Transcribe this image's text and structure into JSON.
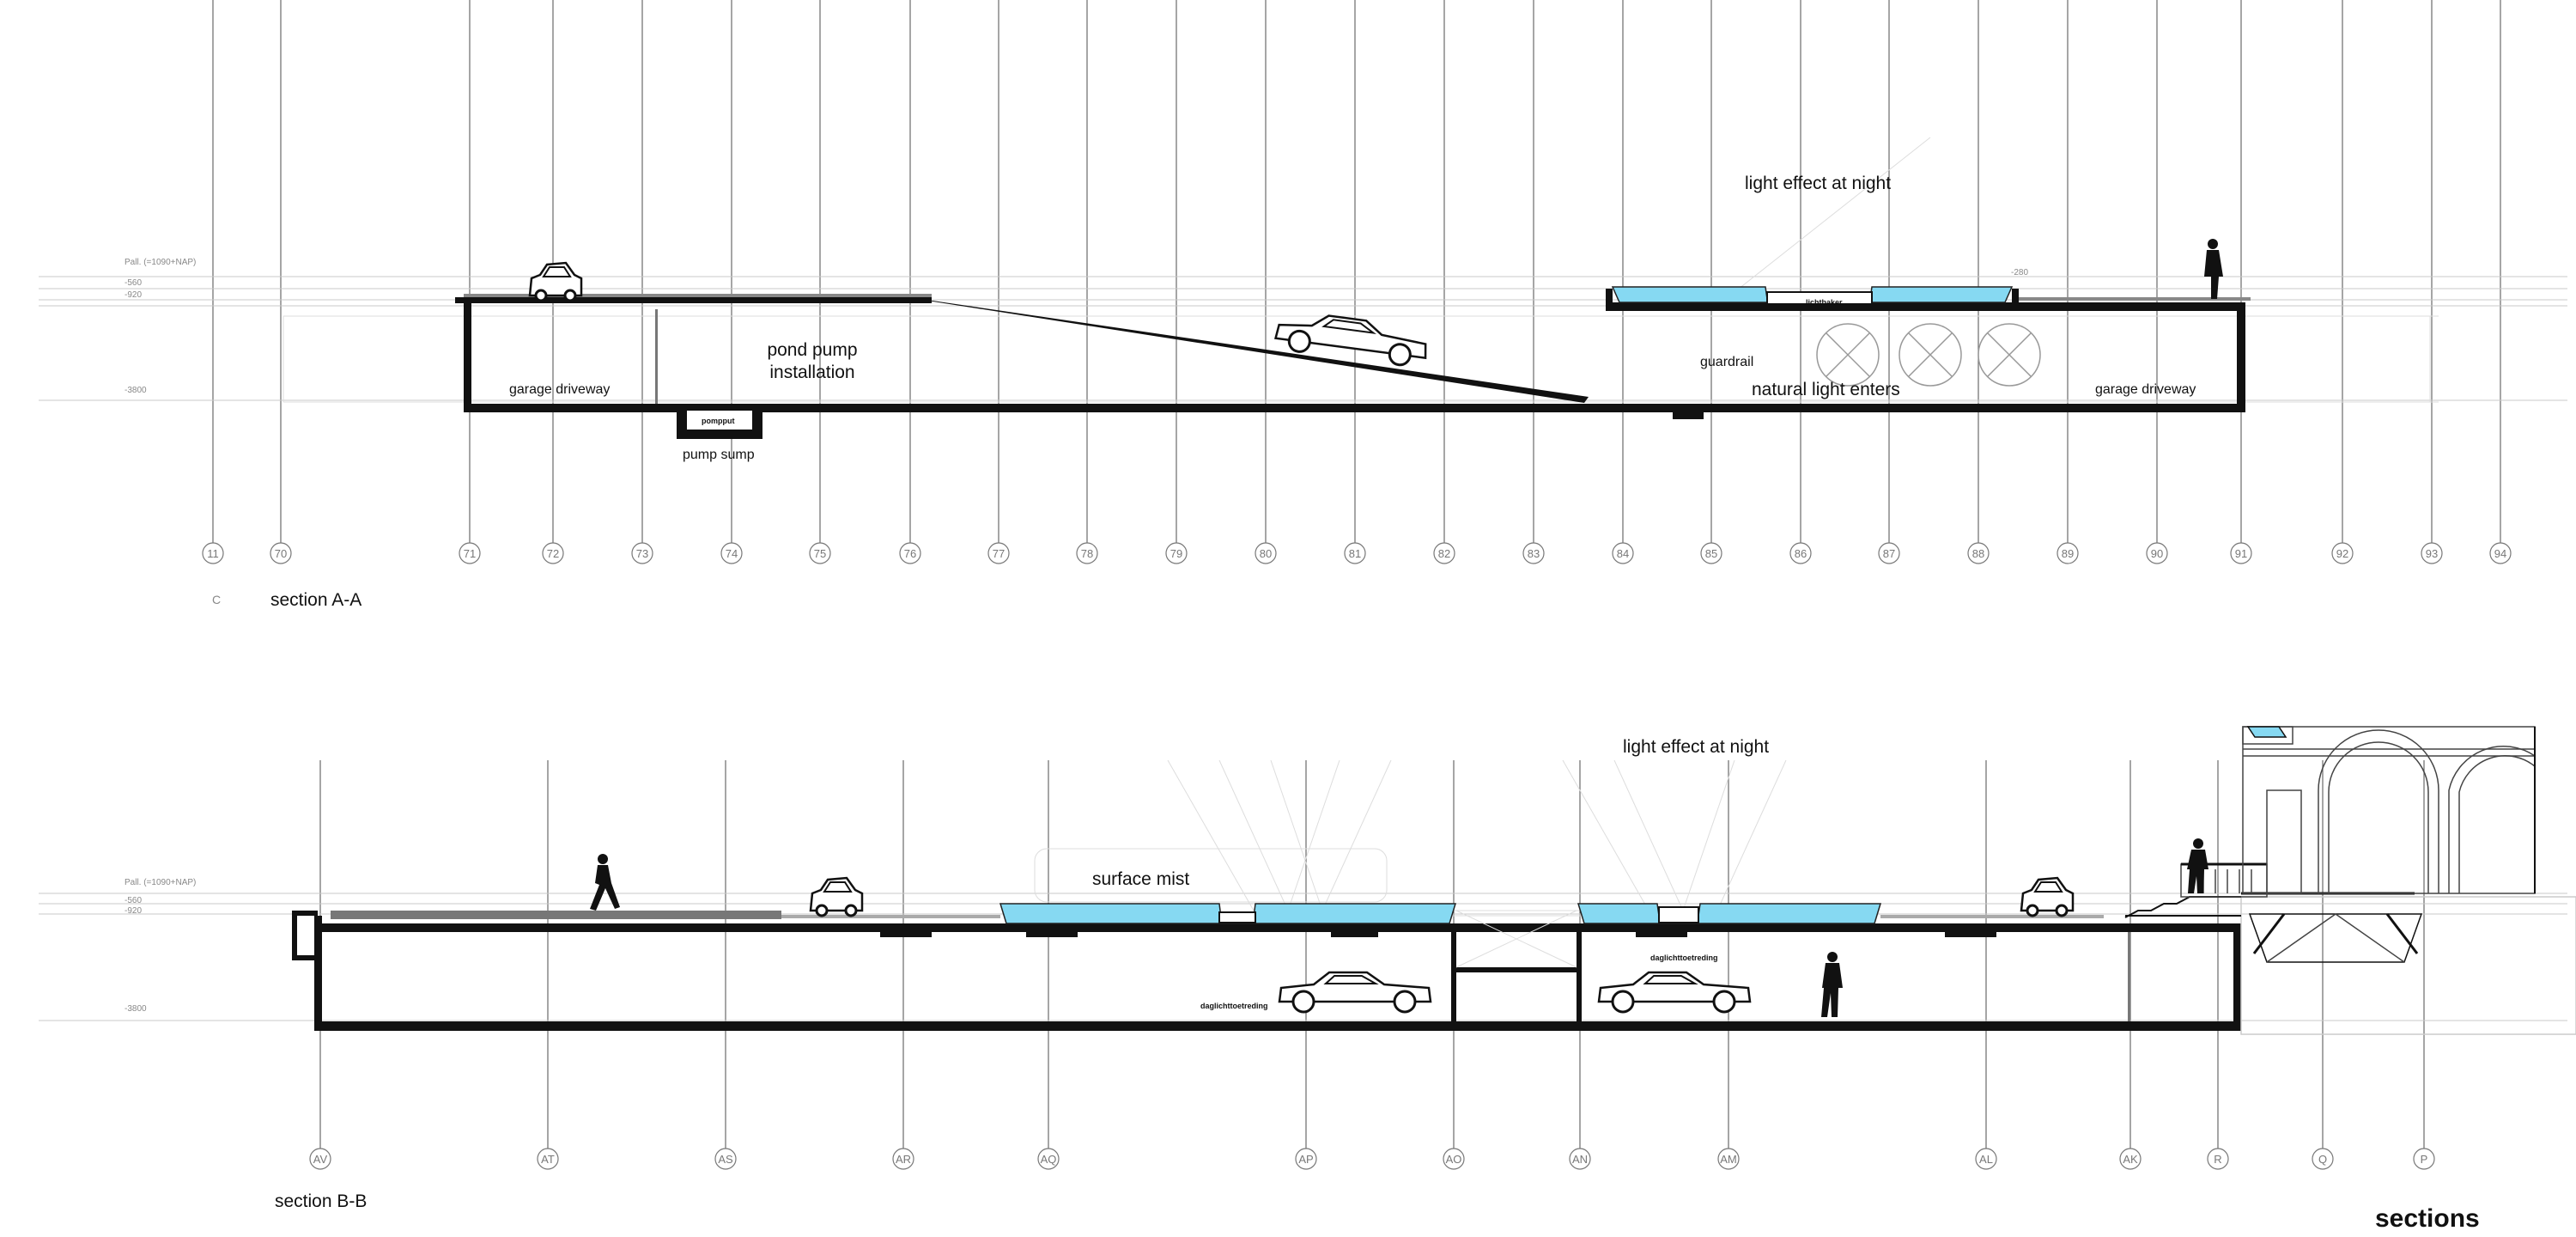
{
  "section_a": {
    "title": "section A-A",
    "marker": "C",
    "level_labels": [
      "Pall. (=1090+NAP)",
      "-560",
      "-920",
      "-3800",
      "-280"
    ],
    "labels": {
      "light_effect": "light effect at night",
      "pond_pump_line1": "pond pump",
      "pond_pump_line2": "installation",
      "garage_left": "garage driveway",
      "garage_right": "garage driveway",
      "guardrail": "guardrail",
      "natural_light": "natural light enters",
      "pump_sump": "pump sump",
      "pompput": "pompput",
      "lichtbaker": "lichtbaker"
    },
    "grid": [
      "11",
      "70",
      "71",
      "72",
      "73",
      "74",
      "75",
      "76",
      "77",
      "78",
      "79",
      "80",
      "81",
      "82",
      "83",
      "84",
      "85",
      "86",
      "87",
      "88",
      "89",
      "90",
      "91",
      "92",
      "93",
      "94"
    ]
  },
  "section_b": {
    "title": "section B-B",
    "level_labels": [
      "Pall. (=1090+NAP)",
      "-560",
      "-920",
      "-3800"
    ],
    "labels": {
      "light_effect": "light effect at night",
      "surface_mist": "surface mist",
      "daylight_left": "daglichttoetreding",
      "daylight_right": "daglichttoetreding"
    },
    "grid": [
      "AV",
      "AT",
      "AS",
      "AR",
      "AQ",
      "AP",
      "AO",
      "AN",
      "AM",
      "AL",
      "AK",
      "R",
      "Q",
      "P"
    ]
  },
  "sheet_title": "sections",
  "colors": {
    "water": "#86d9f2",
    "structure": "#111111",
    "gridline": "#6a6a6a"
  }
}
